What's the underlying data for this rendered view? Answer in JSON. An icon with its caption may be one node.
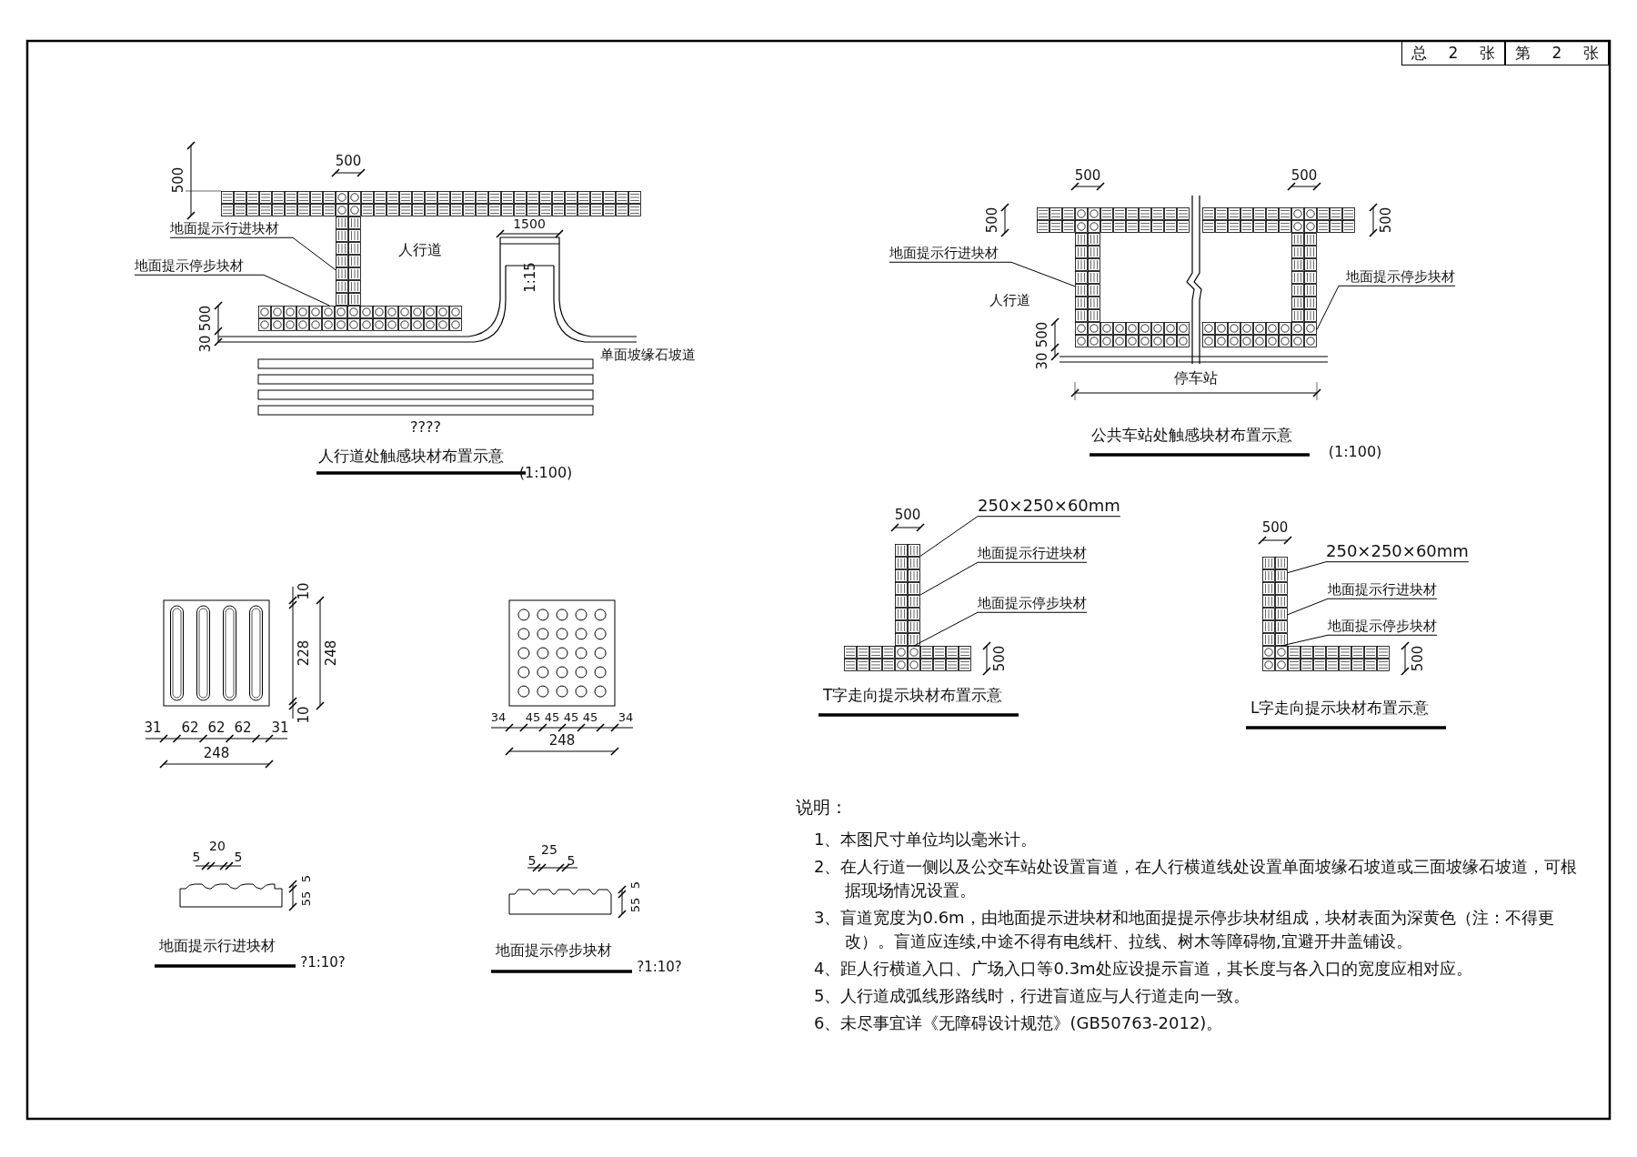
{
  "diagram": {
    "nodes": [
      {
        "text": [
          "地面提示行进块材"
        ]
      },
      {
        "text": [
          "地面提示停步块材"
        ]
      },
      {
        "text": [],
        "shape": "box"
      },
      {
        "text": [],
        "shape": "box"
      },
      {
        "text": [
          "地面提示行进块材"
        ]
      },
      {
        "text": [
          "地面提示停步块材"
        ]
      },
      {
        "text": [],
        "shape": "box"
      },
      {
        "text": [],
        "shape": "box"
      },
      {
        "text": [
          "250×250×60mm"
        ]
      },
      {
        "text": [
          "地面提示行进块材"
        ]
      },
      {
        "text": [
          "地面提示停步块材"
        ]
      },
      {
        "text": [],
        "shape": "box"
      },
      {
        "text": [],
        "shape": "box"
      },
      {
        "text": [
          "250×250×60mm"
        ]
      },
      {
        "text": [
          "地面提示行进块材"
        ]
      },
      {
        "text": [
          "地面提示停步块材"
        ]
      },
      {
        "text": [],
        "shape": "box"
      },
      {
        "text": [],
        "shape": "box"
      }
    ],
    "edges": [
      {
        "from": 0,
        "to": 2,
        "arrow": "none"
      },
      {
        "from": 1,
        "to": 3,
        "arrow": "none"
      },
      {
        "from": 4,
        "to": 6,
        "arrow": "none"
      },
      {
        "from": 5,
        "to": 7,
        "arrow": "none"
      },
      {
        "from": 8,
        "to": 11,
        "arrow": "none"
      },
      {
        "from": 9,
        "to": 11,
        "arrow": "none"
      },
      {
        "from": 10,
        "to": 12,
        "arrow": "none"
      },
      {
        "from": 13,
        "to": 16,
        "arrow": "none"
      },
      {
        "from": 14,
        "to": 16,
        "arrow": "none"
      },
      {
        "from": 15,
        "to": 17,
        "arrow": "none"
      }
    ],
    "labels": [
      "总 2 张",
      "第 2 张",
      "500",
      "500",
      "1500",
      "人行道",
      "1:15",
      "500",
      "30",
      "单面坡缘石坡道",
      "????",
      "人行道处触感块材布置示意",
      "(1:100)",
      "500",
      "500",
      "500",
      "500",
      "人行道",
      "500",
      "30",
      "停车站",
      "公共车站处触感块材布置示意",
      "(1:100)",
      "500",
      "500",
      "T字走向提示块材布置示意",
      "500",
      "500",
      "L字走向提示块材布置示意",
      "10",
      "228",
      "248",
      "10",
      "31",
      "62",
      "62",
      "62",
      "31",
      "248",
      "34",
      "45",
      "45",
      "45",
      "45",
      "34",
      "248",
      "20",
      "5",
      "5",
      "5",
      "55",
      "地面提示行进块材",
      "?1:10?",
      "25",
      "5",
      "5",
      "5",
      "55",
      "地面提示停步块材",
      "?1:10?",
      "说明：",
      "1、本图尺寸单位均以毫米计。",
      "2、在人行道一侧以及公交车站处设置盲道，在人行横道线处设置单面坡缘石坡道或三面坡缘石坡道，可根据现场情况设置。",
      "3、盲道宽度为0.6m，由地面提示进块材和地面提提示停步块材组成，块材表面为深黄色（注：不得更改）。盲道应连续,中途不得有电线杆、拉线、树木等障碍物,宜避开井盖铺设。",
      "4、距人行横道入口、广场入口等0.3m处应设提示盲道，其长度与各入口的宽度应相对应。",
      "5、人行道成弧线形路线时，行进盲道应与人行道走向一致。",
      "6、未尽事宜详《无障碍设计规范》(GB50763-2012)。"
    ]
  }
}
